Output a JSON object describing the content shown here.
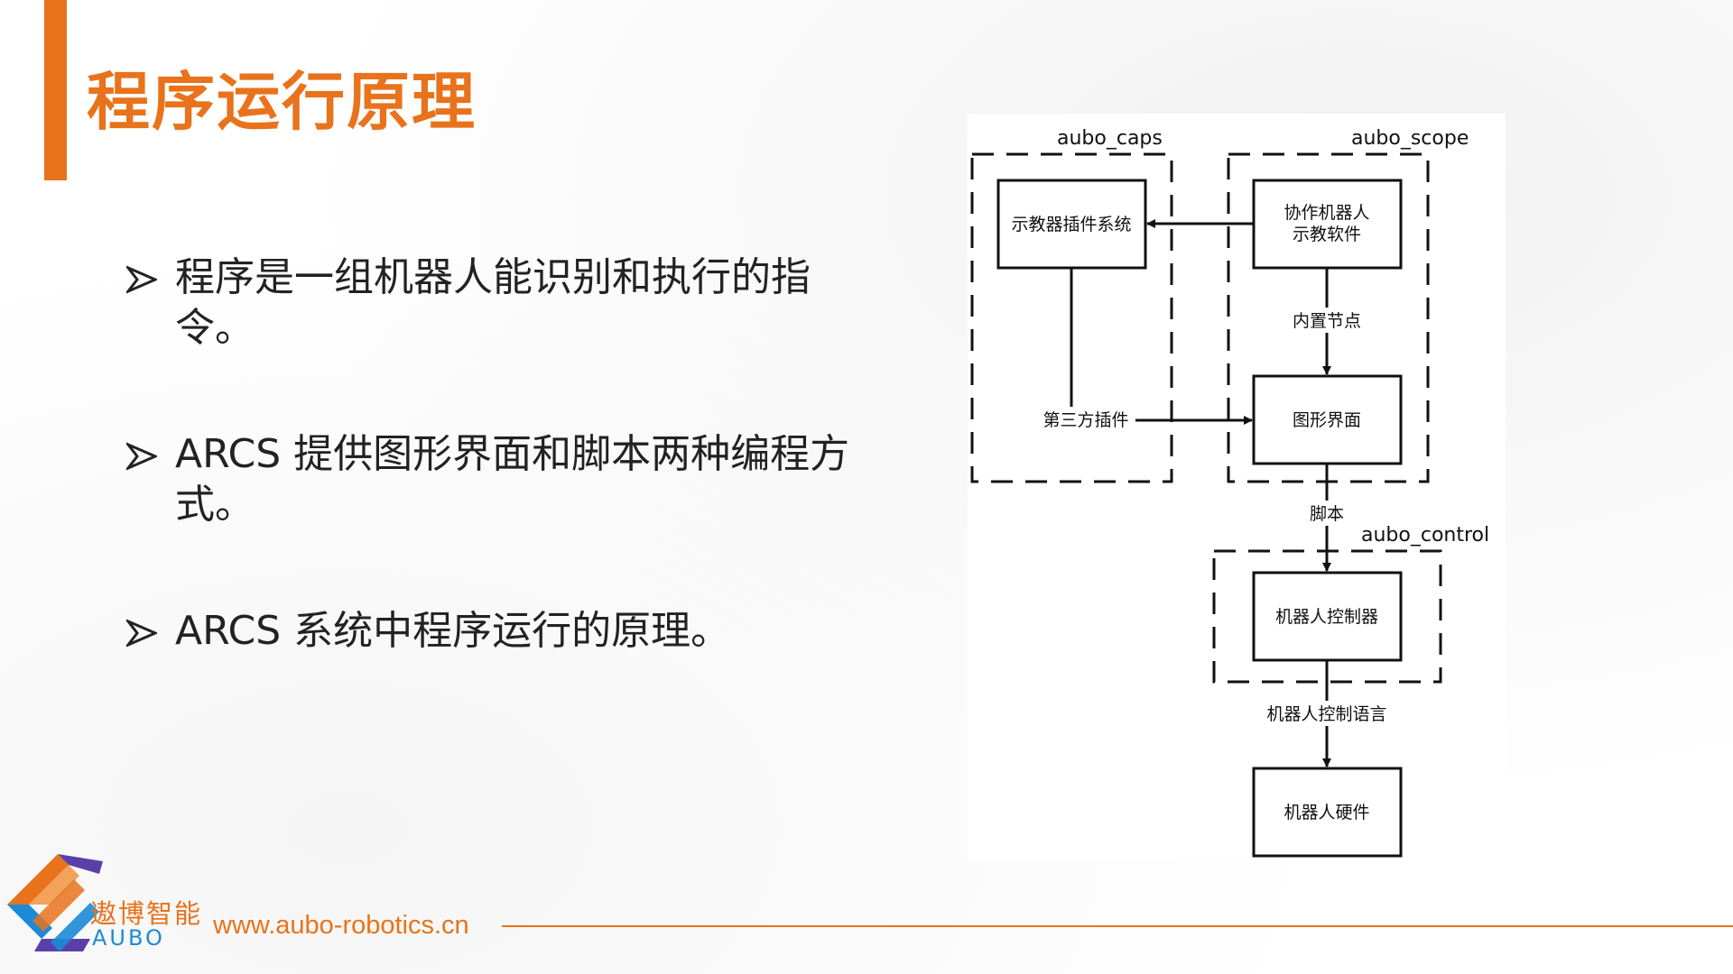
{
  "slide": {
    "title": "程序运行原理"
  },
  "bullets": [
    {
      "text": "程序是一组机器人能识别和执行的指令。"
    },
    {
      "text": "ARCS 提供图形界面和脚本两种编程方式。"
    },
    {
      "text": "ARCS 系统中程序运行的原理。"
    }
  ],
  "diagram": {
    "groups": {
      "caps": "aubo_caps",
      "scope": "aubo_scope",
      "control": "aubo_control"
    },
    "nodes": {
      "plugin_system": "示教器插件系统",
      "cobot_software_line1": "协作机器人",
      "cobot_software_line2": "示教软件",
      "gui": "图形界面",
      "controller": "机器人控制器",
      "hardware": "机器人硬件"
    },
    "edges": {
      "builtin_nodes": "内置节点",
      "third_party_plugins": "第三方插件",
      "script": "脚本",
      "control_language": "机器人控制语言"
    }
  },
  "footer": {
    "logo_cn": "遨博智能",
    "logo_en": "AUBO",
    "url": "www.aubo-robotics.cn"
  },
  "colors": {
    "accent_orange": "#e8731c",
    "logo_blue": "#1c8ad6",
    "logo_purple": "#5b3fa8",
    "text": "#222222",
    "diagram_stroke": "#111111"
  }
}
